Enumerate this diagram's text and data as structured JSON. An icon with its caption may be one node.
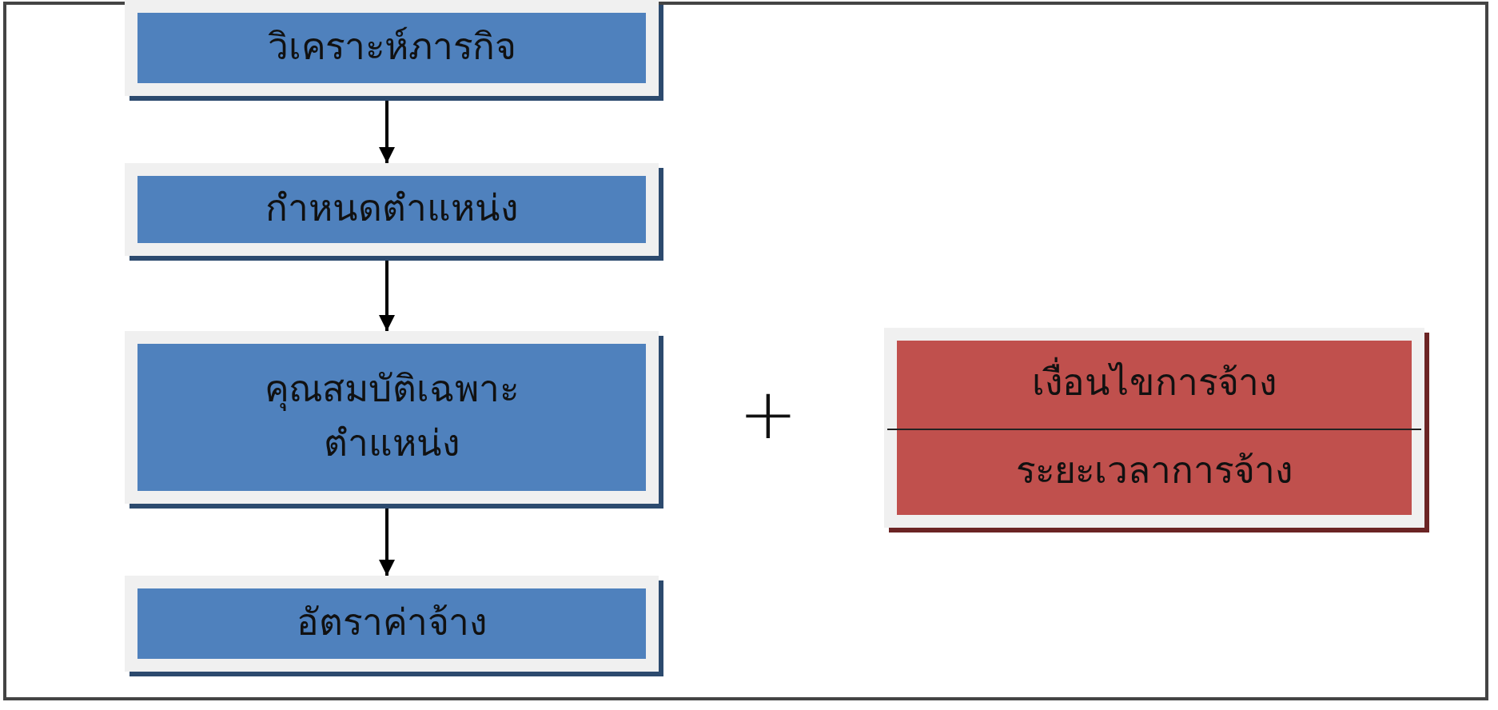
{
  "diagram": {
    "nodes": [
      {
        "text": [
          "วิเคราะห์ภารกิจ"
        ]
      },
      {
        "text": [
          "กำหนดตำแหน่ง"
        ]
      },
      {
        "text": [
          "คุณสมบัติเฉพาะ ตำแหน่ง"
        ]
      },
      {
        "text": [
          "อัตราค่าจ้าง"
        ]
      },
      {
        "text": [
          "เงื่อนไขการจ้าง",
          "ระยะเวลาการจ้าง"
        ]
      }
    ],
    "edges": [
      {
        "from": 0,
        "to": 1,
        "arrow": "to"
      },
      {
        "from": 1,
        "to": 2,
        "arrow": "to"
      },
      {
        "from": 2,
        "to": 3,
        "arrow": "to"
      }
    ],
    "labels": [
      "+"
    ]
  }
}
